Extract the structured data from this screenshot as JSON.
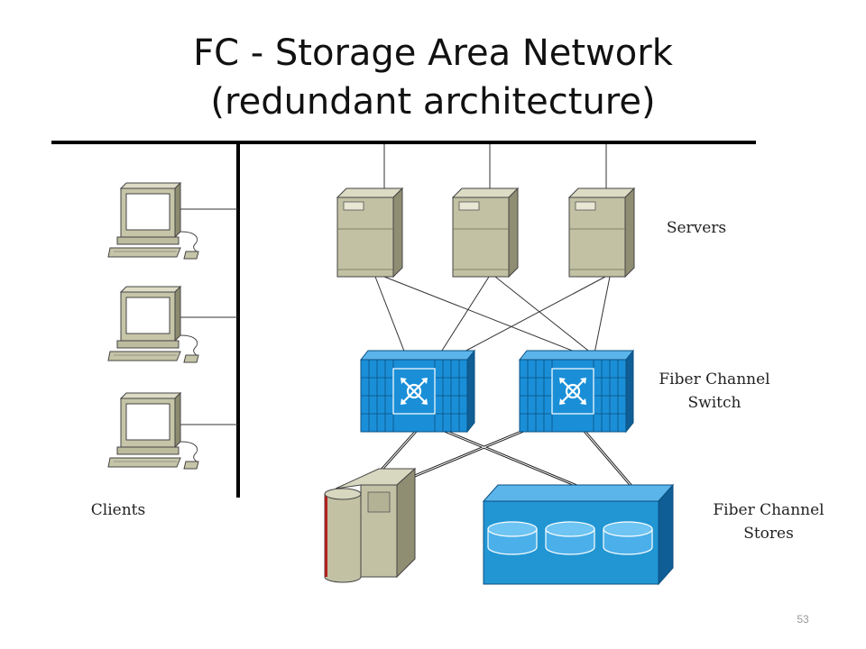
{
  "title": {
    "line1": "FC - Storage Area Network",
    "line2": "(redundant architecture)"
  },
  "labels": {
    "servers": "Servers",
    "switch_line1": "Fiber Channel",
    "switch_line2": "Switch",
    "stores_line1": "Fiber Channel",
    "stores_line2": "Stores",
    "clients": "Clients"
  },
  "page_number": "53",
  "colors": {
    "switch_fill": "#1a8fd8",
    "storage_fill": "#2196d3",
    "server_fill": "#c2c1a4",
    "terminal_fill": "#c6c5a8",
    "cable": "#333333",
    "bus": "#000000"
  }
}
